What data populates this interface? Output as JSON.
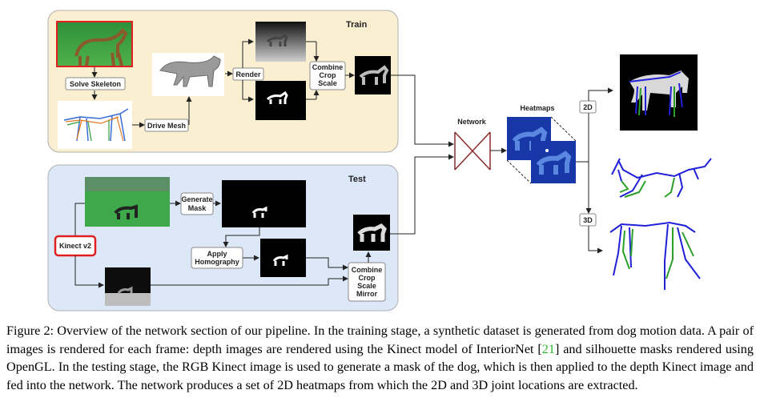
{
  "train_panel": {
    "title": "Train"
  },
  "test_panel": {
    "title": "Test"
  },
  "train_steps": {
    "solve_skeleton": "Solve Skeleton",
    "drive_mesh": "Drive Mesh",
    "render": "Render",
    "combine_line1": "Combine",
    "combine_line2": "Crop",
    "combine_line3": "Scale"
  },
  "test_steps": {
    "generate_line1": "Generate",
    "generate_line2": "Mask",
    "kinect": "Kinect v2",
    "homography_line1": "Apply",
    "homography_line2": "Homography",
    "combine_line1": "Combine",
    "combine_line2": "Crop",
    "combine_line3": "Scale",
    "combine_line4": "Mirror"
  },
  "network_label": "Network",
  "heatmaps_label": "Heatmaps",
  "output_2d": "2D",
  "output_3d": "3D",
  "colors": {
    "train_bg": "#fbefd2",
    "test_bg": "#dce8f7",
    "kinect_border": "#e02020",
    "network_line": "#8b2a2a",
    "heatmap_blue": "#1838a8",
    "skeleton_blue": "#2020d8",
    "skeleton_green": "#2aa02a"
  },
  "caption": {
    "part1": "Figure 2: Overview of the network section of our pipeline. In the training stage, a synthetic dataset is generated from dog motion data. A pair of images is rendered for each frame: depth images are rendered using the Kinect model of InteriorNet [",
    "cite": "21",
    "part2": "] and silhouette masks rendered using OpenGL. In the testing stage, the RGB Kinect image is used to generate a mask of the dog, which is then applied to the depth Kinect image and fed into the network. The network produces a set of 2D heatmaps from which the 2D and 3D joint locations are extracted."
  }
}
